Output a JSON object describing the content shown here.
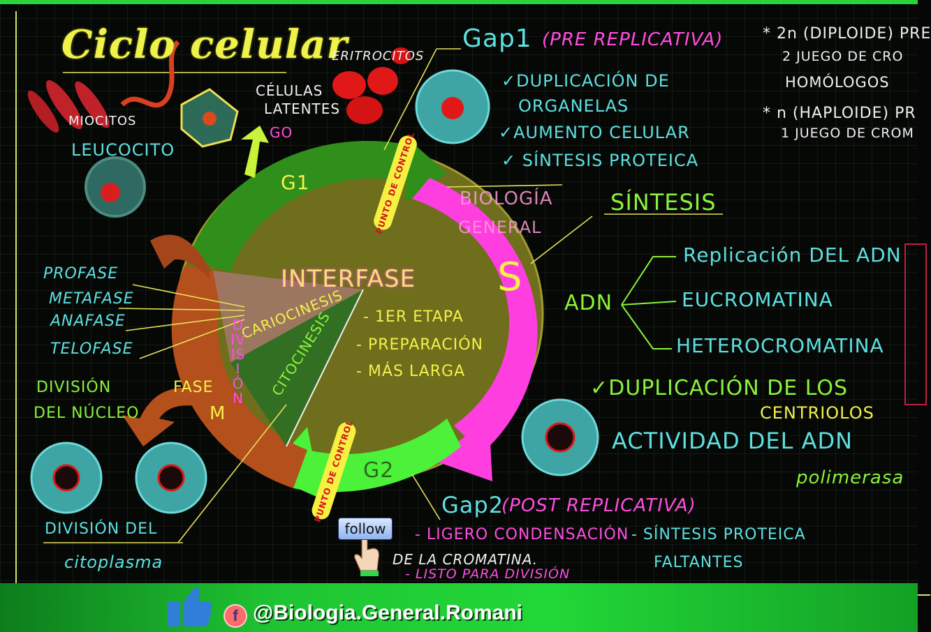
{
  "title": "Ciclo celular",
  "cells": {
    "miocitos": "MIOCITOS",
    "leucocito": "LEUCOCITO",
    "eritrocitos": "ERITROCITOS",
    "celulas_latentes_1": "CÉLULAS",
    "celulas_latentes_2": "LATENTES",
    "g0": "GO"
  },
  "gap1": {
    "title_a": "Gap1",
    "title_b": "(PRE REPLICATIVA)",
    "items": [
      "✓DUPLICACIÓN DE",
      "ORGANELAS",
      "✓AUMENTO CELULAR",
      "✓ SÍNTESIS PROTEICA"
    ]
  },
  "ploidy": {
    "line1": "* 2n (DIPLOIDE) PRE",
    "line2": "2 JUEGO DE CRO",
    "line3": "HOMÓLOGOS",
    "line4": "* n (HAPLOIDE) PR",
    "line5": "1 JUEGO DE CROM"
  },
  "cycle": {
    "g1": "G1",
    "s": "S",
    "g2": "G2",
    "interfase": "INTERFASE",
    "checkpoint": "PUNTO DE CONTROL",
    "watermark_1": "BIOLOGÍA",
    "watermark_2": "GENERAL",
    "cariocinesis": "CARIOCINESIS",
    "citocinesis": "CITOCINESIS",
    "division": "DIVISIÓN",
    "fase": "FASE",
    "m": "M",
    "interfase_notes": [
      "- 1ER ETAPA",
      "- PREPARACIÓN",
      "- MÁS LARGA"
    ]
  },
  "mitosis_phases": [
    "PROFASE",
    "METAFASE",
    "ANAFASE",
    "TELOFASE"
  ],
  "division_nucleo": [
    "DIVISIÓN",
    "DEL NÚCLEO"
  ],
  "division_citoplasma": [
    "DIVISIÓN DEL",
    "citoplasma"
  ],
  "sintesis": {
    "title": "SÍNTESIS",
    "adn": "ADN",
    "branches": [
      "Replicación DEL ADN",
      "EUCROMATINA",
      "HETEROCROMATINA"
    ],
    "dup_1": "✓DUPLICACIÓN DE LOS",
    "dup_2": "CENTRIOLOS",
    "act_1": "ACTIVIDAD DEL ADN",
    "act_2": "polimerasa"
  },
  "gap2": {
    "title_a": "Gap2",
    "title_b": "(POST REPLICATIVA)",
    "item1": "- LIGERO CONDENSACIÓN",
    "item1b": "DE LA CROMATINA.",
    "item2": "- LISTO PARA DIVISIÓN",
    "item3": "- SÍNTESIS PROTEICA",
    "item3b": "FALTANTES"
  },
  "follow_label": "follow",
  "handle": "@Biologia.General.Romani",
  "fb_letter": "f",
  "colors": {
    "g1_green": "#2f8f1a",
    "s_magenta": "#ff3ee0",
    "g2_lime": "#4cf23a",
    "m_brown": "#b4501c",
    "interfase_olive": "#7a7a1e",
    "cariocinesis_rose": "#a07868",
    "citocinesis_green": "#2f6f24",
    "checkpoint_yellow": "#f6f040",
    "cyan_text": "#5de0e0",
    "yellow_text": "#f4f04a",
    "magenta_text": "#ff4de0",
    "green_text": "#8af33a"
  }
}
